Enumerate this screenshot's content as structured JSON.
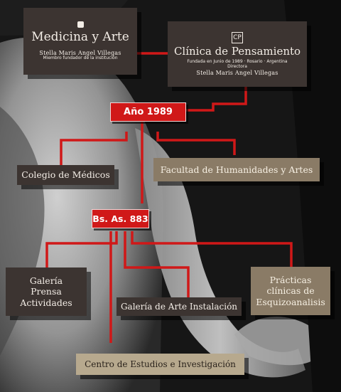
{
  "boxes": {
    "medicina": {
      "title": "Medicina y Arte",
      "name": "Stella Maris Angel Villegas",
      "role": "Miembro fundador de la institución"
    },
    "clinica": {
      "logo": "CP",
      "title": "Clínica de Pensamiento",
      "founded": "Fundada en Junio de 1989 · Rosario · Argentina",
      "director_label": "Directora",
      "director": "Stella Maris Angel Villegas"
    },
    "ano": {
      "label": "Año 1989"
    },
    "colegio": {
      "label": "Colegio de Médicos"
    },
    "facultad": {
      "label": "Facultad de Humanidades y Artes"
    },
    "bsas": {
      "label": "Bs. As. 883"
    },
    "galeria": {
      "line1": "Galería",
      "line2": "Prensa",
      "line3": "Actividades"
    },
    "galeria_arte": {
      "label": "Galería de Arte Instalación"
    },
    "practicas": {
      "line1": "Prácticas",
      "line2": "clínicas de",
      "line3": "Esquizoanalisis"
    },
    "centro": {
      "label": "Centro de Estudios e Investigación"
    }
  },
  "colors": {
    "connector": "#d01818",
    "dark_box": "#3c3431",
    "tan_box": "#8a7b66",
    "light_box": "#b7a98e"
  }
}
